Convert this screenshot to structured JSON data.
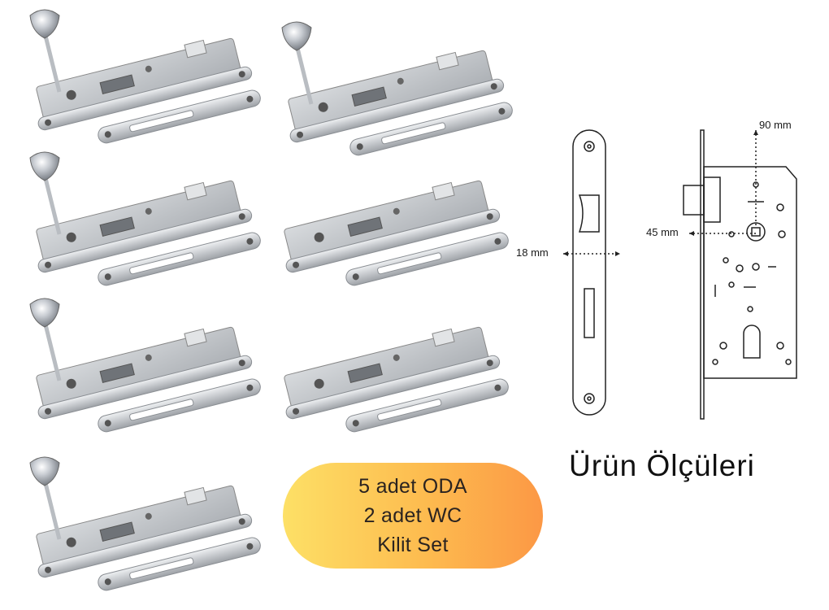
{
  "badge": {
    "line1": "5 adet ODA",
    "line2": "2 adet WC",
    "line3": "Kilit Set"
  },
  "diagram": {
    "dim_90": "90 mm",
    "dim_45": "45 mm",
    "dim_18": "18 mm"
  },
  "title": "Ürün Ölçüleri",
  "products": [
    {
      "variant": "oda-with-key"
    },
    {
      "variant": "oda-with-key"
    },
    {
      "variant": "oda-with-key"
    },
    {
      "variant": "wc"
    },
    {
      "variant": "oda-with-key"
    },
    {
      "variant": "wc"
    },
    {
      "variant": "oda-with-key"
    }
  ]
}
